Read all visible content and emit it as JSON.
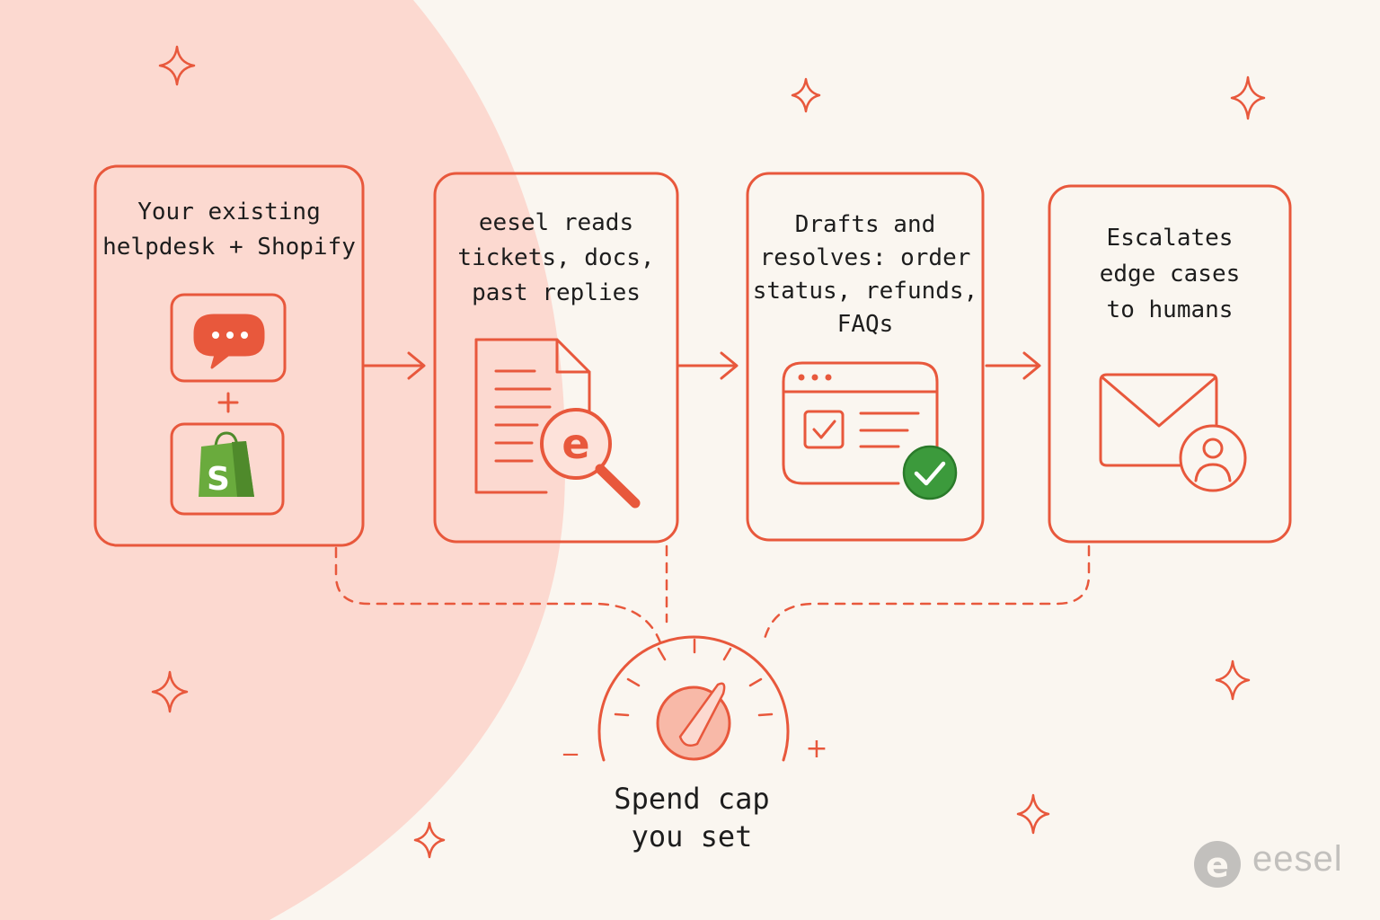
{
  "steps": [
    {
      "id": "helpdesk",
      "lines": [
        "Your existing",
        "helpdesk + Shopify"
      ],
      "icon": "chat-bubble-plus-shopify-icon"
    },
    {
      "id": "reads",
      "lines": [
        "eesel reads",
        "tickets, docs,",
        "past replies"
      ],
      "icon": "document-search-icon"
    },
    {
      "id": "resolves",
      "lines": [
        "Drafts and",
        "resolves: order",
        "status, refunds,",
        "FAQs"
      ],
      "icon": "browser-checkbox-icon"
    },
    {
      "id": "escalates",
      "lines": [
        "Escalates",
        "edge cases",
        "to humans"
      ],
      "icon": "mail-person-icon"
    }
  ],
  "plus_sign": "+",
  "shopify_letter": "S",
  "search_letter": "e",
  "cap": {
    "lines": [
      "Spend cap",
      "you set"
    ],
    "minus": "−",
    "plus": "+"
  },
  "brand": {
    "name": "eesel",
    "letter": "e"
  },
  "colors": {
    "accent": "#e8583c",
    "blob": "#fcd9d0",
    "background": "#faf6f0",
    "shopify": "#6aab3d",
    "check": "#3c9a3c",
    "brand_gray": "#c2c0bd"
  }
}
